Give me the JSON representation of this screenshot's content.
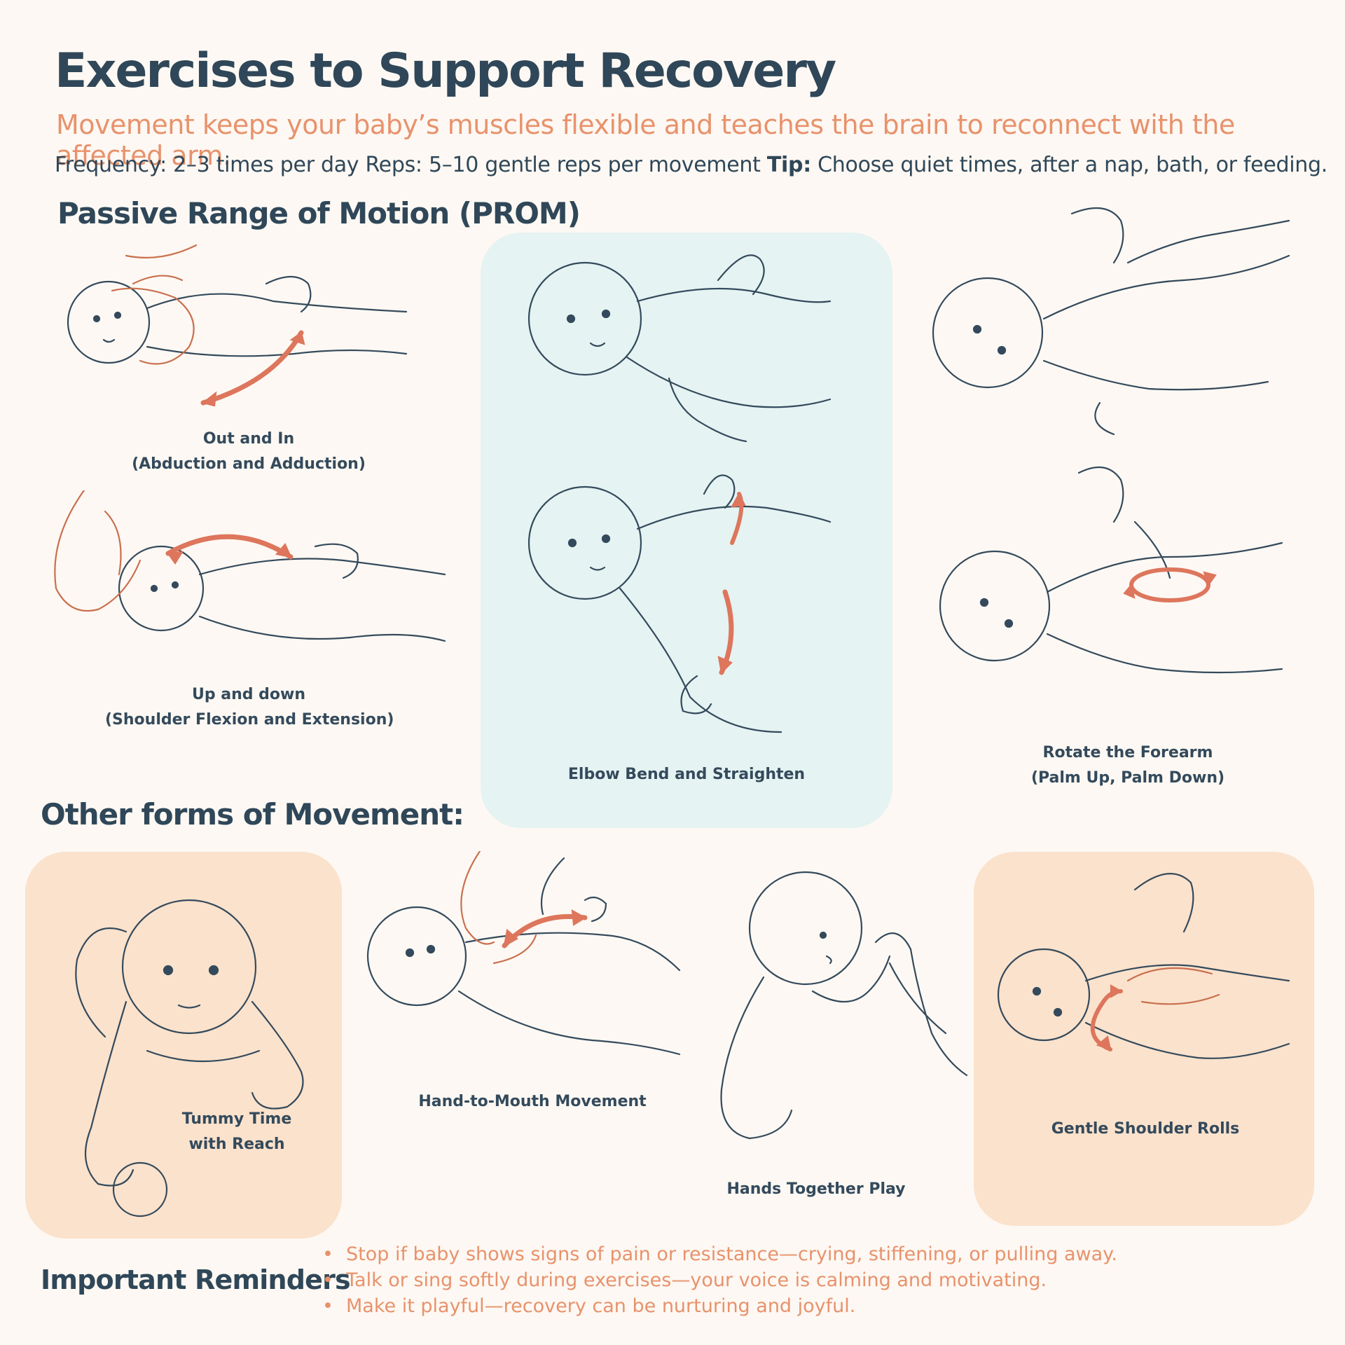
{
  "title": "Exercises to Support Recovery",
  "subtitle": "Movement keeps your baby’s muscles flexible and teaches the brain to reconnect with the affected arm.",
  "meta": {
    "frequency": "Frequency: 2–3 times per day Reps: 5–10 gentle reps per movement",
    "tip_label": "Tip:",
    "tip_text": "Choose quiet times, after a nap, bath, or feeding."
  },
  "prom": {
    "heading": "Passive Range of Motion (PROM)",
    "exercises": [
      {
        "line1": "Out and In",
        "line2": "(Abduction and Adduction)"
      },
      {
        "line1": "Up and down",
        "line2": "(Shoulder Flexion and Extension)"
      },
      {
        "line1": "Elbow Bend and Straighten"
      },
      {
        "line1": "Rotate the Forearm",
        "line2": "(Palm Up, Palm Down)"
      }
    ]
  },
  "other": {
    "heading": "Other forms of Movement:",
    "exercises": [
      {
        "line1": "Tummy Time",
        "line2": "with Reach"
      },
      {
        "line1": "Hand-to-Mouth Movement"
      },
      {
        "line1": "Hands Together Play"
      },
      {
        "line1": "Gentle Shoulder Rolls"
      }
    ]
  },
  "reminders": {
    "heading": "Important Reminders",
    "items": [
      "Stop if baby shows signs of pain or resistance—crying, stiffening, or pulling away.",
      "Talk or sing softly during exercises—your voice is calming and motivating.",
      "Make it playful—recovery can be nurturing and joyful."
    ],
    "bullet": "•"
  },
  "colors": {
    "ink": "#344a5c",
    "accent": "#e8926c",
    "arrow": "#dd765c",
    "panel_blue": "#e5f3f2",
    "panel_peach": "#fbe2cc",
    "background": "#fdf8f3"
  }
}
